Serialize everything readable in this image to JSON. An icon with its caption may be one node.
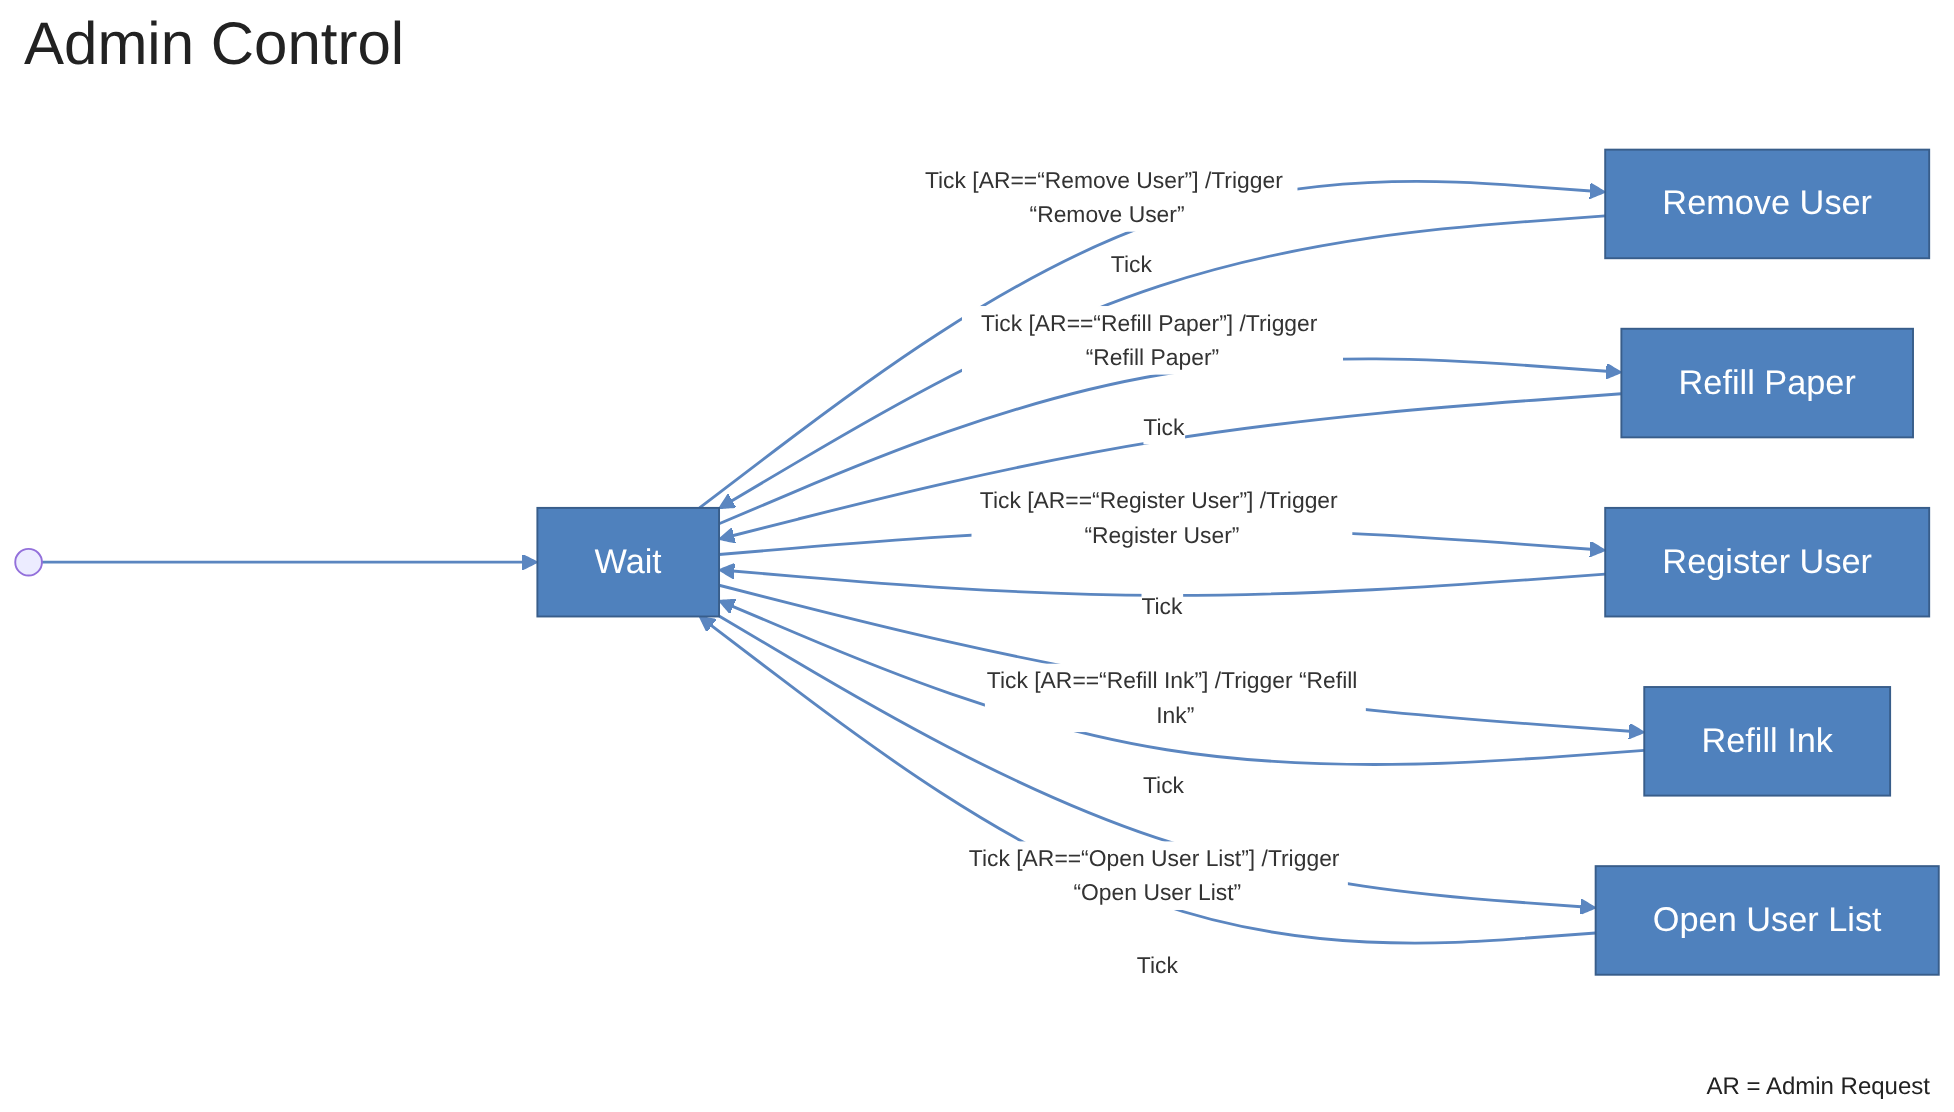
{
  "diagram": {
    "title": "Admin Control",
    "nodes": [
      {
        "text": [],
        "shape": "circle"
      },
      {
        "text": [
          "Wait"
        ]
      },
      {
        "text": [
          "Remove User"
        ]
      },
      {
        "text": [
          "Refill Paper"
        ]
      },
      {
        "text": [
          "Register User"
        ]
      },
      {
        "text": [
          "Refill Ink"
        ]
      },
      {
        "text": [
          "Open User List"
        ]
      }
    ],
    "edges": [
      {
        "from": 0,
        "to": 1,
        "arrow": "to"
      },
      {
        "from": 1,
        "to": 2,
        "arrow": "to",
        "label": "Tick [AR==“Remove User”] /Trigger “Remove User”"
      },
      {
        "from": 2,
        "to": 1,
        "arrow": "to",
        "label": "Tick"
      },
      {
        "from": 1,
        "to": 3,
        "arrow": "to",
        "label": "Tick [AR==“Refill Paper”] /Trigger “Refill Paper”"
      },
      {
        "from": 3,
        "to": 1,
        "arrow": "to",
        "label": "Tick"
      },
      {
        "from": 1,
        "to": 4,
        "arrow": "to",
        "label": "Tick [AR==“Register User”] /Trigger “Register User”"
      },
      {
        "from": 4,
        "to": 1,
        "arrow": "to",
        "label": "Tick"
      },
      {
        "from": 1,
        "to": 5,
        "arrow": "to",
        "label": "Tick [AR==“Refill Ink”] /Trigger “Refill Ink”"
      },
      {
        "from": 5,
        "to": 1,
        "arrow": "to",
        "label": "Tick"
      },
      {
        "from": 1,
        "to": 6,
        "arrow": "to",
        "label": "Tick [AR==“Open User List”] /Trigger “Open User List”"
      },
      {
        "from": 6,
        "to": 1,
        "arrow": "to",
        "label": "Tick"
      }
    ],
    "labels": [
      "AR = Admin Request"
    ]
  }
}
